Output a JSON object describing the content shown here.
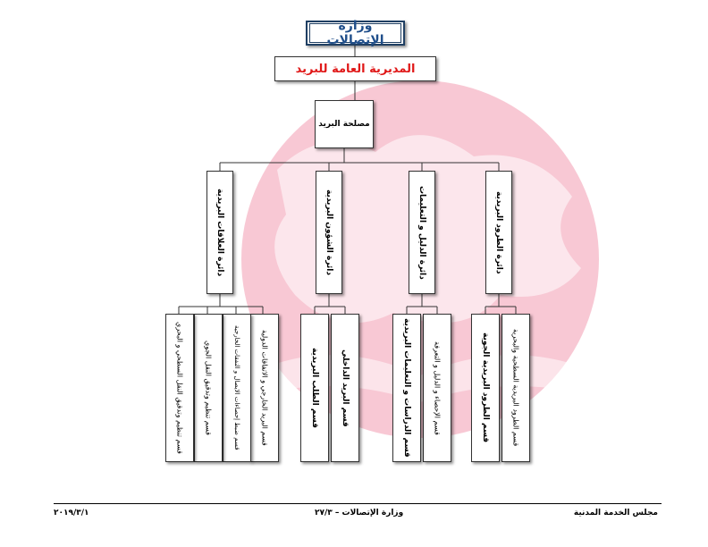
{
  "chart": {
    "ministry": "وزارة الإتصالات",
    "directorate": "المديرية العامة للبريد",
    "office": "مصلحة البريد",
    "departments": [
      {
        "name": "دائرة الطرود البريدية",
        "sections": [
          "قسم الطرود البريدية السطحية والبحرية",
          "قسم الطرود البريدية الجوية"
        ]
      },
      {
        "name": "دائرة الدليل و التعليمات",
        "sections": [
          "قسم الإحصاء و الدليل و التعرفة",
          "قسم الدراسات و التعليمات البريدية"
        ]
      },
      {
        "name": "دائرة الشؤون البريدية",
        "sections": [
          "قسم البريد الداخلي",
          "قسم الطلب البريدية"
        ]
      },
      {
        "name": "دائرة العلاقات البريدية",
        "sections": [
          "قسم البريد الخارجي و الاتفاقات الدولية",
          "قسم ضبط إحصاءات الايصال و النفقات الخارجية",
          "قسم تنظيم وتدقيق النقل الجوي",
          "قسم تنظيم وتدقيق النقل السطحي و البحري"
        ]
      }
    ]
  },
  "footer": {
    "left": "٢٠١٩/٣/١",
    "center": "وزارة الإتصالات – ٢٧/٣",
    "right": "مجلس الخدمة المدنية"
  },
  "colors": {
    "ministry_text": "#1f4e8a",
    "directorate_text": "#e01818",
    "watermark": "#f5b6c6"
  }
}
